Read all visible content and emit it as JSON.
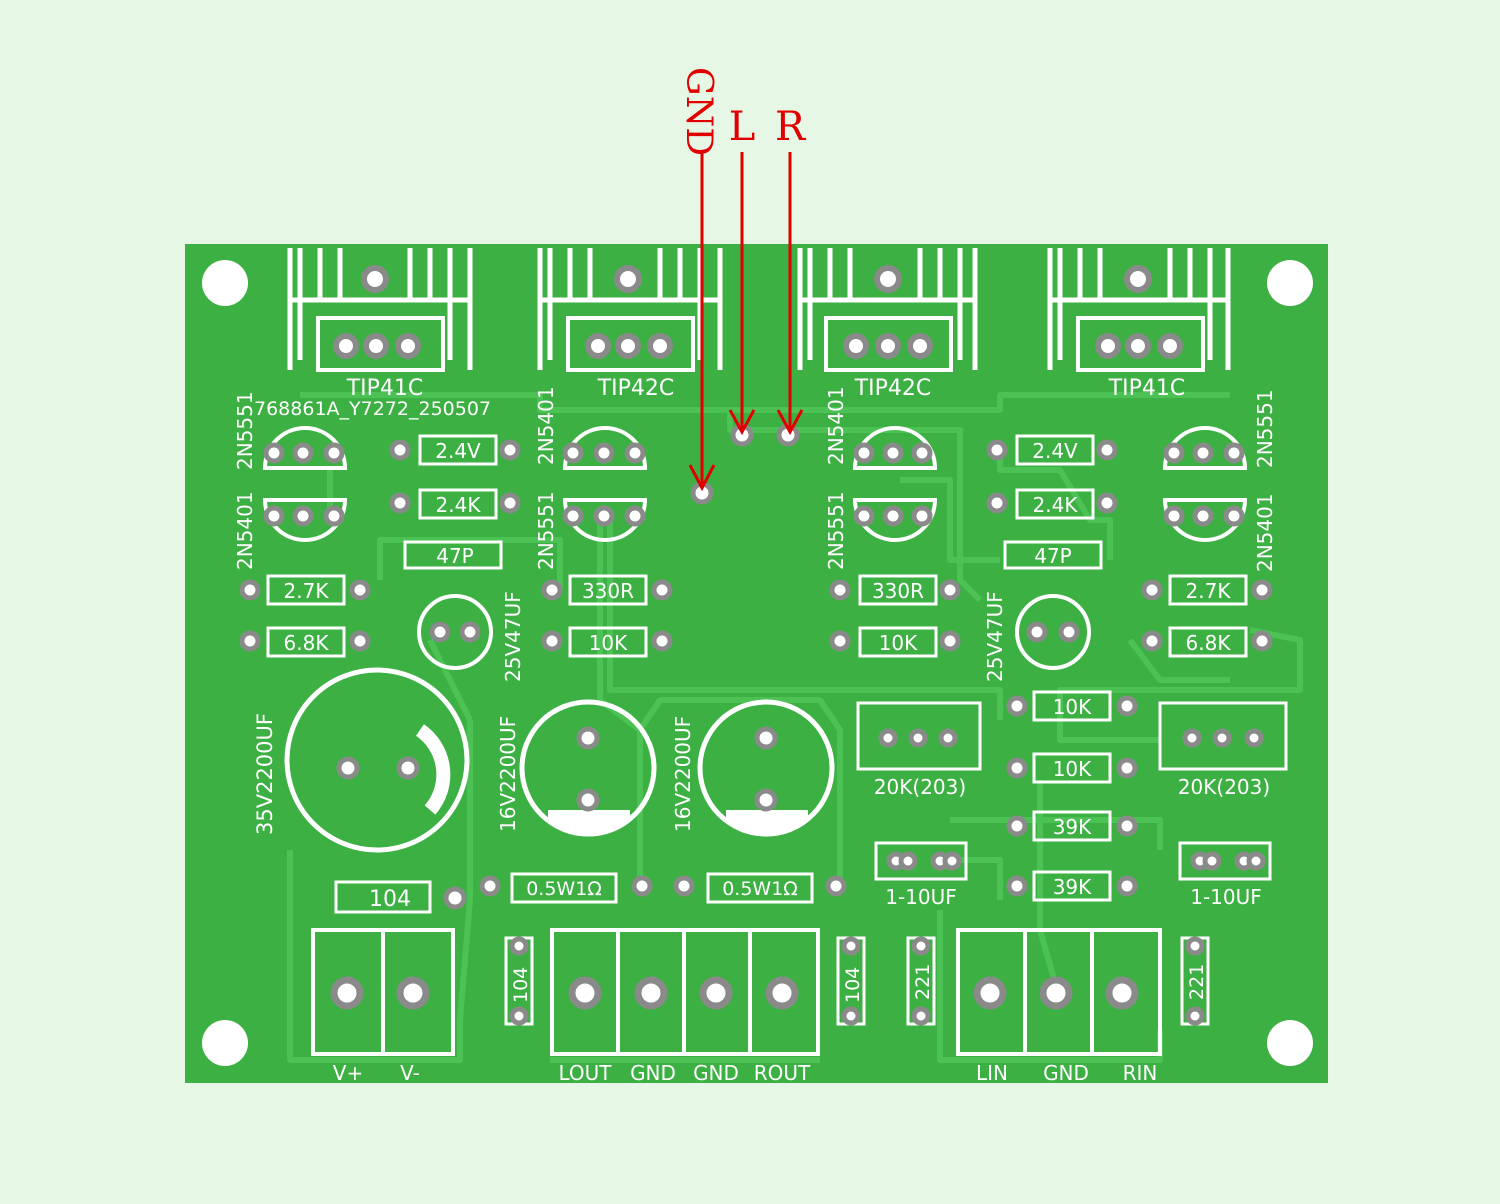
{
  "annotations": {
    "gnd": "GND",
    "left": "L",
    "right": "R",
    "arrow_color": "#e00000"
  },
  "board": {
    "color": "#3cb043",
    "trace_color": "#4cc254",
    "silk_color": "#ffffff",
    "pad_color": "#8a8a8a",
    "board_id": "768861A_Y7272_250507",
    "transistors_power": [
      "TIP41C",
      "TIP42C",
      "TIP42C",
      "TIP41C"
    ],
    "transistors_small": {
      "left_a": "2N5551",
      "left_b": "2N5401",
      "mid_left_a": "2N5401",
      "mid_left_b": "2N5551",
      "mid_right_a": "2N5401",
      "mid_right_b": "2N5551",
      "right_a": "2N5551",
      "right_b": "2N5401"
    },
    "resistors": {
      "r_2_4v_left": "2.4V",
      "r_2_4k_left": "2.4K",
      "c_47p_left": "47P",
      "r_2_7k_left": "2.7K",
      "r_6_8k_left": "6.8K",
      "r_330_left": "330R",
      "r_10k_left": "10K",
      "r_330_right": "330R",
      "r_10k_right": "10K",
      "r_2_4v_right": "2.4V",
      "r_2_4k_right": "2.4K",
      "c_47p_right": "47P",
      "r_2_7k_right": "2.7K",
      "r_6_8k_right": "6.8K",
      "r_10k_a": "10K",
      "r_10k_b": "10K",
      "r_39k_a": "39K",
      "r_39k_b": "39K",
      "r_0_5w_left": "0.5W1Ω",
      "r_0_5w_right": "0.5W1Ω"
    },
    "capacitors": {
      "cap_main": "35V2200UF",
      "cap_left": "25V47UF",
      "cap_right": "25V47UF",
      "cap_16v_left": "16V2200UF",
      "cap_16v_right": "16V2200UF",
      "cap_104_main": "104",
      "cap_104_left": "104",
      "cap_104_right": "104",
      "cap_221_left": "221",
      "cap_221_right": "221",
      "cap_film_left": "1-10UF",
      "cap_film_right": "1-10UF"
    },
    "pots": {
      "pot_left": "20K(203)",
      "pot_right": "20K(203)"
    },
    "terminals": {
      "power": [
        "V+",
        "V-"
      ],
      "output": [
        "LOUT",
        "GND",
        "GND",
        "ROUT"
      ],
      "input": [
        "LIN",
        "GND",
        "RIN"
      ]
    }
  }
}
